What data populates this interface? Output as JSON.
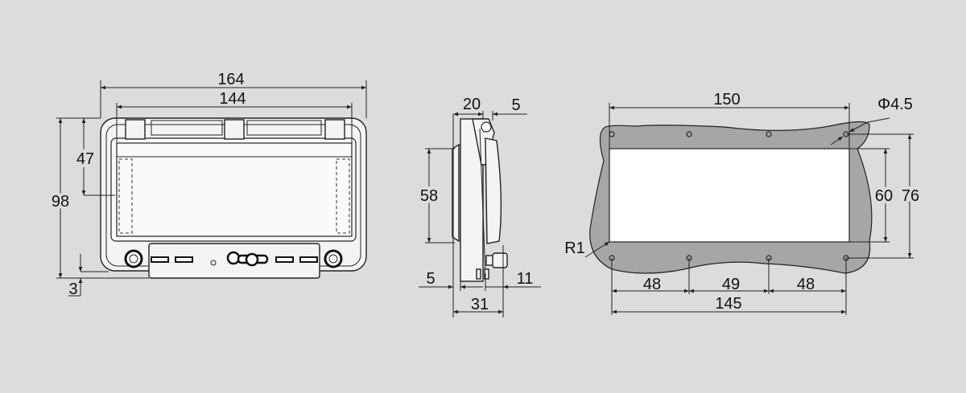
{
  "front_view": {
    "width_overall": "164",
    "width_inner": "144",
    "height_overall": "98",
    "height_upper": "47",
    "offset_bottom": "3"
  },
  "side_view": {
    "depth_front": "20",
    "hinge_offset": "5",
    "height_insert": "58",
    "back_offset": "5",
    "gland_depth": "11",
    "depth_overall": "31"
  },
  "cutout_view": {
    "width_cutout": "150",
    "hole_diameter": "Φ4.5",
    "height_cutout": "60",
    "hole_vertical_spacing": "76",
    "corner_radius": "R1",
    "hole_spacing_1": "48",
    "hole_spacing_2": "49",
    "hole_spacing_3": "48",
    "hole_spacing_total": "145"
  },
  "colors": {
    "background": "#dcdcdc",
    "panel": "#a6a6a6",
    "line": "#222222"
  }
}
